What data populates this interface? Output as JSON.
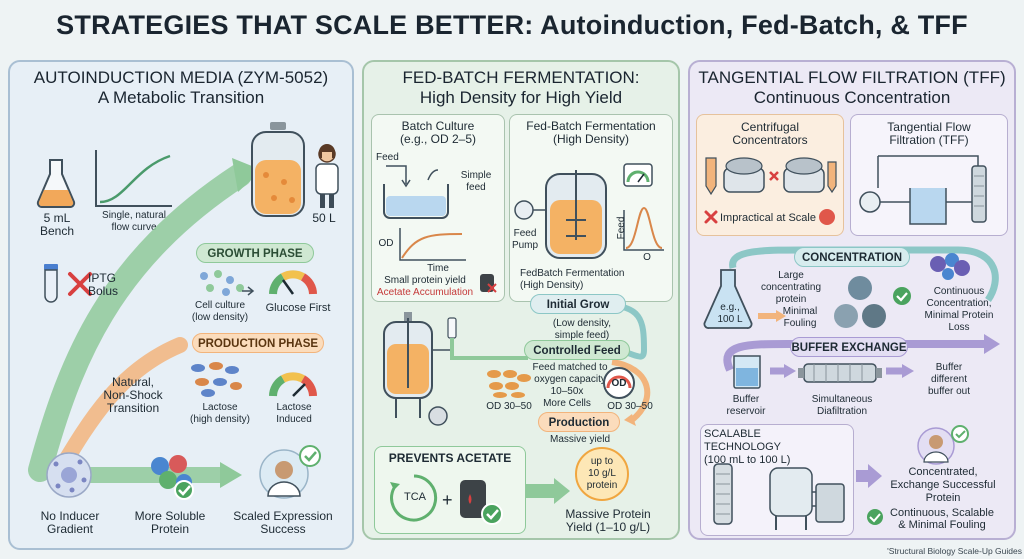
{
  "title": "STRATEGIES THAT SCALE BETTER: Autoinduction, Fed-Batch, & TFF",
  "footnote": "'Structural Biology Scale-Up Guides",
  "panel1": {
    "heading_1": "AUTOINDUCTION MEDIA (ZYM-5052)",
    "heading_2": "A Metabolic Transition",
    "bench": "5 mL\nBench",
    "curve": "Single, natural\nflow curve",
    "fifty": "50 L",
    "iptg": "IPTG\nBolus",
    "growth_phase": "GROWTH PHASE",
    "cell_culture": "Cell culture\n(low density)",
    "glucose_first": "Glucose First",
    "production_phase": "PRODUCTION PHASE",
    "natural": "Natural,\nNon-Shock\nTransition",
    "lactose_high": "Lactose\n(high density)",
    "lactose_induced": "Lactose\nInduced",
    "no_inducer": "No Inducer\nGradient",
    "more_soluble": "More Soluble\nProtein",
    "scaled": "Scaled Expression\nSuccess"
  },
  "panel2": {
    "heading_1": "FED-BATCH FERMENTATION:",
    "heading_2": "High Density for High Yield",
    "batch_title": "Batch Culture\n(e.g., OD 2–5)",
    "feed": "Feed",
    "simple_feed": "Simple\nfeed",
    "od": "OD",
    "time": "Time",
    "small_yield": "Small protein yield",
    "acetate_acc": "Acetate Accumulation",
    "fed_title": "Fed-Batch Fermentation\n(High Density)",
    "feed_pump": "Feed\nPump",
    "feed_axis": "Feed",
    "o_axis": "O",
    "fedbatch_caption": "FedBatch Fermentation\n(High Density)",
    "initial_grow": "Initial Grow",
    "low_density": "(Low density,\nsimple feed)",
    "controlled_feed": "Controlled Feed",
    "feed_matched": "Feed matched to\noxygen capacity",
    "more_cells": "10–50x\nMore Cells",
    "od_left": "OD 30–50",
    "od_gauge": "OD",
    "od_right": "OD 30–50",
    "production": "Production",
    "massive_yield": "Massive yield",
    "prevents_acetate": "PREVENTS ACETATE",
    "tca": "TCA",
    "up_to": "up to\n10 g/L\nprotein",
    "massive_protein": "Massive Protein\nYield (1–10 g/L)"
  },
  "panel3": {
    "heading_1": "TANGENTIAL FLOW FILTRATION (TFF)",
    "heading_2": "Continuous Concentration",
    "centrifugal": "Centrifugal\nConcentrators",
    "impractical": "Impractical at Scale",
    "tff_title": "Tangential Flow\nFiltration (TFF)",
    "concentration": "CONCENTRATION",
    "large_protein": "Large\nconcentrating\nprotein",
    "eg_100l": "e.g.,\n100 L",
    "minimal_fouling": "Minimal\nFouling",
    "continuous_conc": "Continuous\nConcentration,\nMinimal Protein\nLoss",
    "buffer_exchange": "BUFFER EXCHANGE",
    "buffer_reservoir": "Buffer\nreservoir",
    "simultaneous": "Simultaneous\nDiafiltration",
    "buffer_out": "Buffer\ndifferent\nbuffer out",
    "scalable_tech": "SCALABLE TECHNOLOGY\n(100 mL to 100 L)",
    "concentrated": "Concentrated,\nExchange Successful\nProtein",
    "continuous_scalable": "Continuous, Scalable\n& Minimal Fouling"
  },
  "colors": {
    "green_arrow": "#8fc99a",
    "orange_arrow": "#f2b47c",
    "purple_arrow": "#a99bd4",
    "teal_arrow": "#8cc7c6"
  }
}
